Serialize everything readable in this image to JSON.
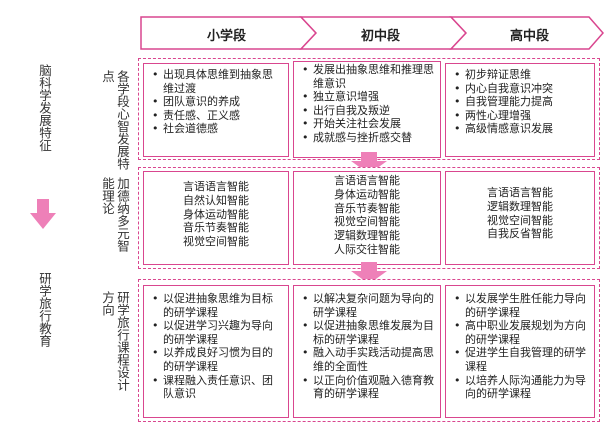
{
  "columns": [
    "小学段",
    "初中段",
    "高中段"
  ],
  "left_groups": {
    "brain": "脑科学发展特征",
    "study": "研学旅行教育"
  },
  "row_labels": {
    "mind": "各学段心智发展特点",
    "intel": "加德纳多元智能理论",
    "course": "研学旅行课程设计方向"
  },
  "mind": {
    "primary": [
      "出现具体思维到抽象思维过渡",
      "团队意识的养成",
      "责任感、正义感",
      "社会道德感"
    ],
    "junior": [
      "发展出抽象思维和推理思维意识",
      "独立意识增强",
      "出行自我及叛逆",
      "开始关注社会发展",
      "成就感与挫折感交替"
    ],
    "senior": [
      "初步辩证思维",
      "内心自我意识冲突",
      "自我管理能力提高",
      "两性心理增强",
      "高级情感意识发展"
    ]
  },
  "intel": {
    "primary": [
      "言语语言智能",
      "自然认知智能",
      "身体运动智能",
      "音乐节奏智能",
      "视觉空间智能"
    ],
    "junior": [
      "言语语言智能",
      "身体运动智能",
      "音乐节奏智能",
      "视觉空间智能",
      "逻辑数理智能",
      "人际交往智能"
    ],
    "senior": [
      "言语语言智能",
      "逻辑数理智能",
      "视觉空间智能",
      "自我反省智能"
    ]
  },
  "course": {
    "primary": [
      "以促进抽象思维为目标的研学课程",
      "以促进学习兴趣为导向的研学课程",
      "以养成良好习惯为目的的研学课程",
      "课程融入责任意识、团队意识"
    ],
    "junior": [
      "以解决复杂问题为导向的研学课程",
      "以促进抽象思维发展为目标的研学课程",
      "融入动手实践活动提高思维的全面性",
      "以正向价值观融入德育教育的研学课程"
    ],
    "senior": [
      "以发展学生胜任能力导向的研学课程",
      "高中职业发展规划为方向的研学课程",
      "促进学生自我管理的研学课程",
      "以培养人际沟通能力为导向的研学课程"
    ]
  },
  "colors": {
    "accent": "#d9468f",
    "arrow": "#ee80b8"
  }
}
